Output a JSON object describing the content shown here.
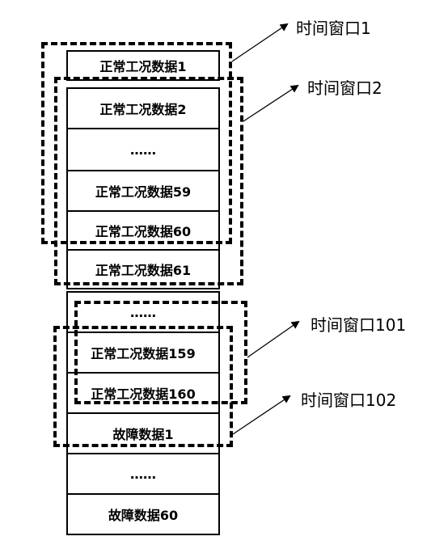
{
  "cells": [
    "正常工况数据1",
    "正常工况数据2",
    "……",
    "正常工况数据59",
    "正常工况数据60",
    "正常工况数据61",
    "……",
    "正常工况数据159",
    "正常工况数据160",
    "故障数据1",
    "……",
    "故障数据60"
  ],
  "windows": [
    "时间窗口1",
    "时间窗口2",
    "时间窗口101",
    "时间窗口102"
  ]
}
